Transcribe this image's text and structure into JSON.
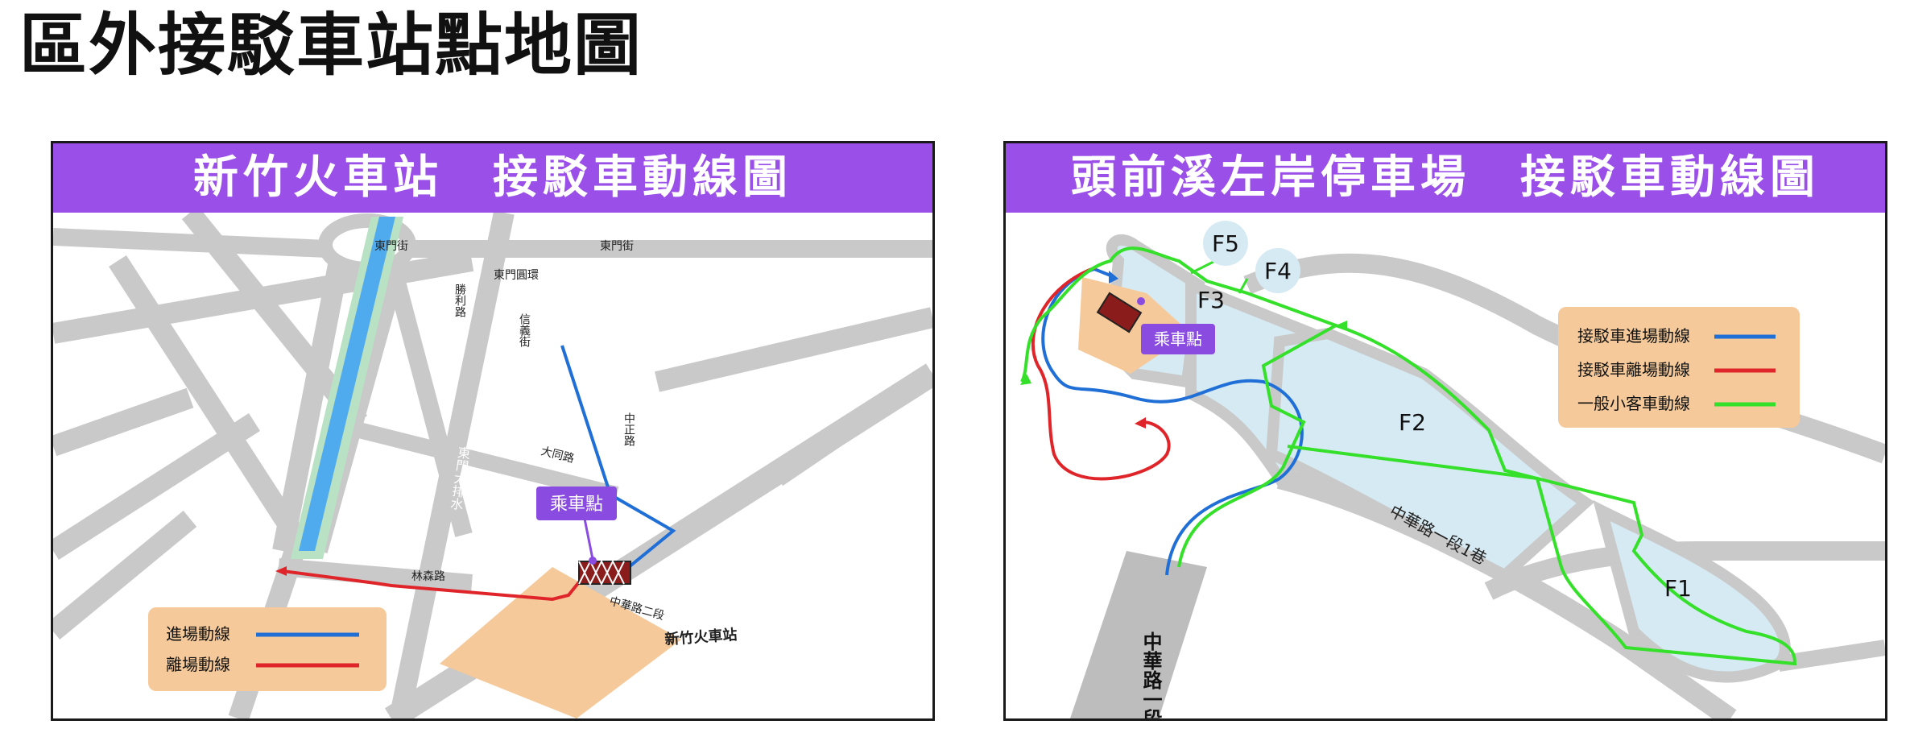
{
  "title": "區外接駁車站點地圖",
  "left_panel": {
    "banner": "新竹火車站　接駁車動線圖",
    "labels": {
      "dongmen_st_left": "東門街",
      "dongmen_st_right": "東門街",
      "dongmen_roundabout": "東門圓環",
      "shengli_rd": "勝利路",
      "xinyi_st": "信義街",
      "zhongzheng_rd": "中正路",
      "datong_rd": "大同路",
      "linsen_rd": "林森路",
      "zhonghua_rd_sec2": "中華路二段",
      "canal": "東門大排水",
      "station": "新竹火車站"
    },
    "pickup_label": "乘車點",
    "legend": {
      "entry": "進場動線",
      "exit": "離場動線"
    },
    "colors": {
      "entry": "#1f6fd6",
      "exit": "#e0252a",
      "pickup": "#8a4be0",
      "station": "#f5c999"
    }
  },
  "right_panel": {
    "banner": "頭前溪左岸停車場　接駁車動線圖",
    "zones": {
      "f1": "F1",
      "f2": "F2",
      "f3": "F3",
      "f4": "F4",
      "f5": "F5"
    },
    "pickup_label": "乘車點",
    "road_labels": {
      "zhonghua_lane": "中華路一段1巷",
      "zhonghua_sec1": "中華路一段"
    },
    "legend": {
      "entry": "接駁車進場動線",
      "exit": "接駁車離場動線",
      "car": "一般小客車動線"
    },
    "colors": {
      "entry": "#1f6fd6",
      "exit": "#e0252a",
      "car": "#35e02a",
      "zone": "#d6eaf3",
      "pickup": "#8a4be0"
    }
  }
}
